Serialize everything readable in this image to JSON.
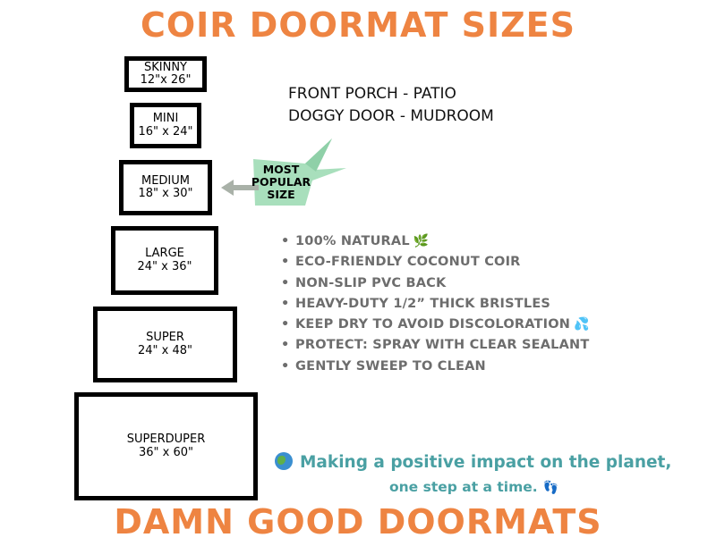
{
  "title": "COIR DOORMAT SIZES",
  "footer_brand": "DAMN GOOD DOORMATS",
  "colors": {
    "accent": "#ee8442",
    "text_gray": "#6d6d6d",
    "teal": "#4aa0a3",
    "arrow_green": "#a8dfbc",
    "arrow_gray": "#a9b1a8"
  },
  "sizes": [
    {
      "name": "SKINNY",
      "dims": "12\"x 26\""
    },
    {
      "name": "MINI",
      "dims": "16\" x 24\""
    },
    {
      "name": "MEDIUM",
      "dims": "18\" x 30\""
    },
    {
      "name": "LARGE",
      "dims": "24\" x 36\""
    },
    {
      "name": "SUPER",
      "dims": "24\" x 48\""
    },
    {
      "name": "SUPERDUPER",
      "dims": "36\" x 60\""
    }
  ],
  "uses": [
    "FRONT PORCH - PATIO",
    "DOGGY DOOR - MUDROOM"
  ],
  "popular_label": [
    "MOST",
    "POPULAR",
    "SIZE"
  ],
  "features": [
    "100% NATURAL",
    "ECO-FRIENDLY COCONUT COIR",
    "NON-SLIP PVC BACK",
    "HEAVY-DUTY 1/2” THICK BRISTLES",
    "KEEP DRY TO AVOID DISCOLORATION",
    "PROTECT: SPRAY WITH CLEAR SEALANT",
    "GENTLY SWEEP TO CLEAN"
  ],
  "icons": {
    "leaf": "🌿",
    "drops": "💦",
    "globe": "globe-icon",
    "feet": "👣"
  },
  "tagline": [
    "Making a positive impact on the planet,",
    "one step at a time."
  ]
}
